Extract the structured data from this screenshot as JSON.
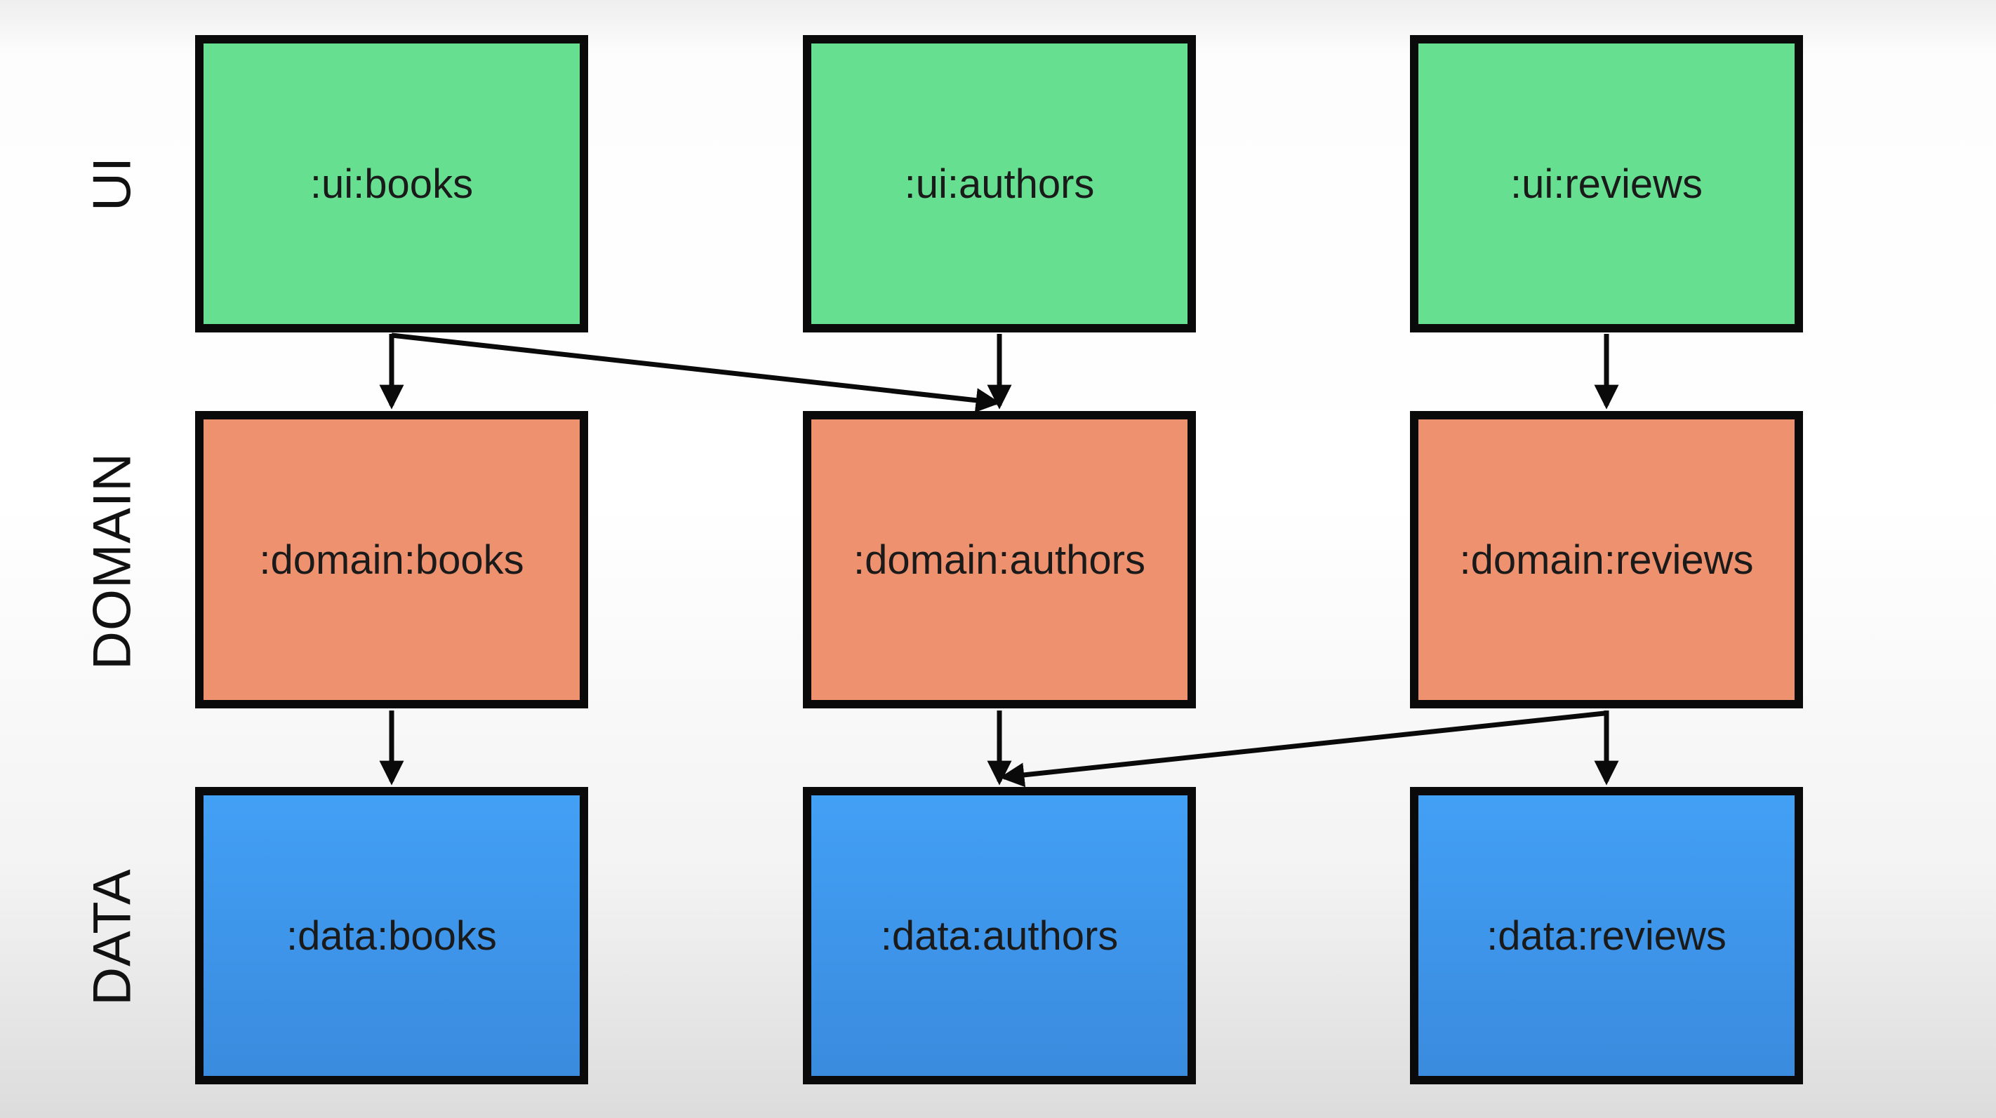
{
  "layers": {
    "ui": "UI",
    "domain": "DOMAIN",
    "data": "DATA"
  },
  "modules": {
    "ui": {
      "books": ":ui:books",
      "authors": ":ui:authors",
      "reviews": ":ui:reviews"
    },
    "domain": {
      "books": ":domain:books",
      "authors": ":domain:authors",
      "reviews": ":domain:reviews"
    },
    "data": {
      "books": ":data:books",
      "authors": ":data:authors",
      "reviews": ":data:reviews"
    }
  },
  "colors": {
    "ui": "#67df90",
    "domain": "#ee916e",
    "data": "#3f98ec",
    "border": "#0a0a0a",
    "arrow": "#0a0a0a"
  },
  "dependencies": [
    {
      "from": ":ui:books",
      "to": ":domain:books"
    },
    {
      "from": ":ui:books",
      "to": ":domain:authors"
    },
    {
      "from": ":ui:authors",
      "to": ":domain:authors"
    },
    {
      "from": ":ui:reviews",
      "to": ":domain:reviews"
    },
    {
      "from": ":domain:books",
      "to": ":data:books"
    },
    {
      "from": ":domain:authors",
      "to": ":data:authors"
    },
    {
      "from": ":domain:reviews",
      "to": ":data:authors"
    },
    {
      "from": ":domain:reviews",
      "to": ":data:reviews"
    }
  ]
}
